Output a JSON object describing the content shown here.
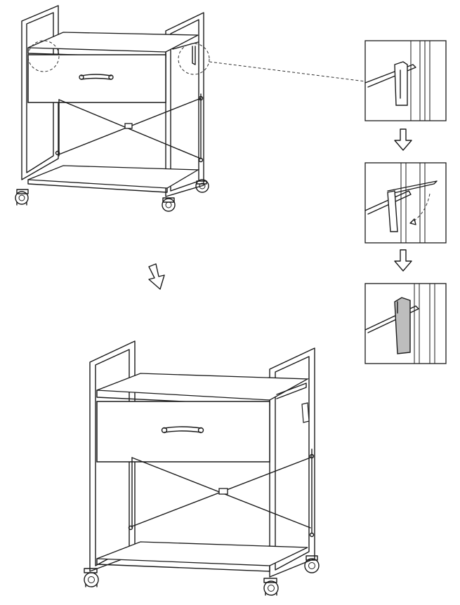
{
  "diagram": {
    "description_id": "hook-installation-steps",
    "stroke_color": "#1a1a1a",
    "background": "#ffffff",
    "detail_steps": [
      {
        "icon": "hook-detail-step-1"
      },
      {
        "icon": "hook-detail-step-2"
      },
      {
        "icon": "hook-detail-step-3"
      }
    ],
    "arrows": [
      "down-arrow-icon",
      "down-arrow-icon",
      "down-arrow-icon"
    ]
  }
}
